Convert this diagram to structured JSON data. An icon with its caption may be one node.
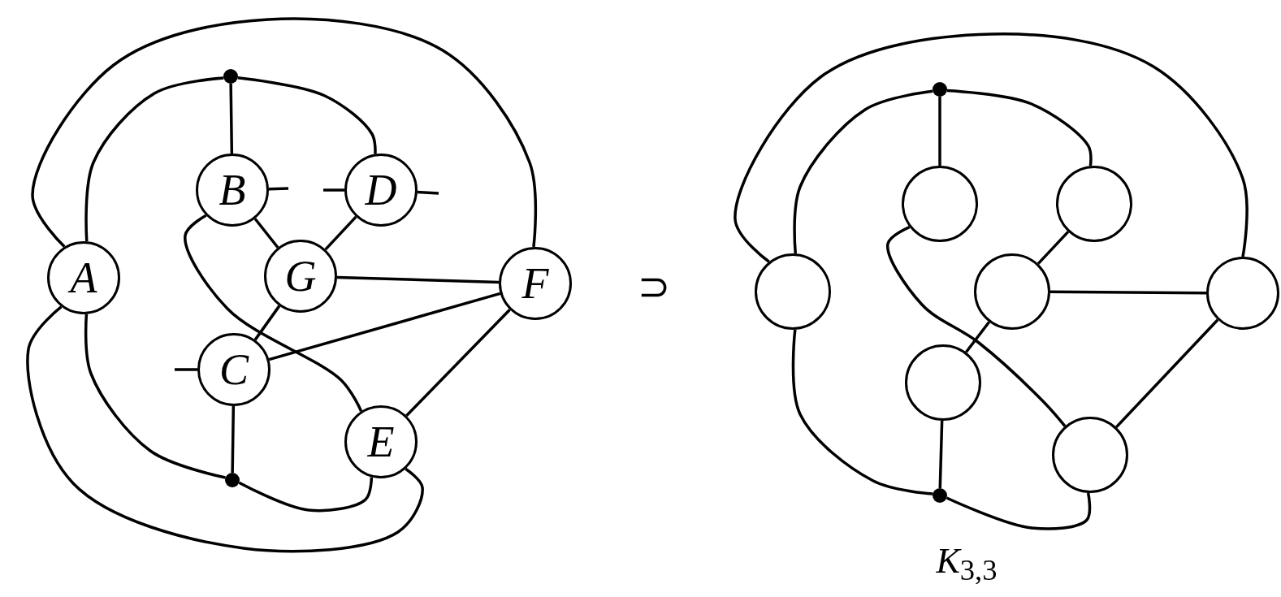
{
  "diagram": {
    "caption": "*K*$_{3,3}$",
    "nodes": [
      {
        "text": [],
        "shape": "dot"
      },
      {
        "text": [
          "B"
        ]
      },
      {
        "text": [
          "D"
        ]
      },
      {
        "text": [
          "A"
        ]
      },
      {
        "text": [
          "G"
        ]
      },
      {
        "text": [
          "F"
        ]
      },
      {
        "text": [
          "C"
        ]
      },
      {
        "text": [
          "E"
        ]
      },
      {
        "text": [],
        "shape": "dot"
      },
      {
        "text": [],
        "shape": "dot"
      },
      {
        "text": [],
        "shape": "circle"
      },
      {
        "text": [],
        "shape": "circle"
      },
      {
        "text": [],
        "shape": "circle"
      },
      {
        "text": [],
        "shape": "circle"
      },
      {
        "text": [],
        "shape": "circle"
      },
      {
        "text": [],
        "shape": "circle"
      },
      {
        "text": [],
        "shape": "circle"
      },
      {
        "text": [],
        "shape": "dot"
      }
    ],
    "edges": [
      {
        "from": 3,
        "to": 5,
        "arrow": "none"
      },
      {
        "from": 3,
        "to": 0,
        "arrow": "none"
      },
      {
        "from": 0,
        "to": 1,
        "arrow": "none"
      },
      {
        "from": 0,
        "to": 2,
        "arrow": "none"
      },
      {
        "from": 1,
        "to": 4,
        "arrow": "none"
      },
      {
        "from": 2,
        "to": 4,
        "arrow": "none"
      },
      {
        "from": 4,
        "to": 5,
        "arrow": "none"
      },
      {
        "from": 4,
        "to": 6,
        "arrow": "none"
      },
      {
        "from": 6,
        "to": 5,
        "arrow": "none"
      },
      {
        "from": 1,
        "to": 7,
        "arrow": "none"
      },
      {
        "from": 3,
        "to": 8,
        "arrow": "none"
      },
      {
        "from": 6,
        "to": 8,
        "arrow": "none"
      },
      {
        "from": 8,
        "to": 7,
        "arrow": "none"
      },
      {
        "from": 7,
        "to": 5,
        "arrow": "none"
      },
      {
        "from": 3,
        "to": 7,
        "arrow": "none"
      },
      {
        "from": 1,
        "to": null,
        "arrow": "none"
      },
      {
        "from": 2,
        "to": null,
        "arrow": "none"
      },
      {
        "from": 2,
        "to": null,
        "arrow": "none"
      },
      {
        "from": 6,
        "to": null,
        "arrow": "none"
      },
      {
        "from": 12,
        "to": 14,
        "arrow": "none"
      },
      {
        "from": 12,
        "to": 9,
        "arrow": "none"
      },
      {
        "from": 9,
        "to": 10,
        "arrow": "none"
      },
      {
        "from": 9,
        "to": 11,
        "arrow": "none"
      },
      {
        "from": 11,
        "to": 13,
        "arrow": "none"
      },
      {
        "from": 13,
        "to": 14,
        "arrow": "none"
      },
      {
        "from": 13,
        "to": 15,
        "arrow": "none"
      },
      {
        "from": 10,
        "to": 16,
        "arrow": "none"
      },
      {
        "from": 12,
        "to": 17,
        "arrow": "none"
      },
      {
        "from": 15,
        "to": 17,
        "arrow": "none"
      },
      {
        "from": 17,
        "to": 16,
        "arrow": "none"
      },
      {
        "from": 16,
        "to": 14,
        "arrow": "none"
      }
    ],
    "labels": [
      "⊃"
    ]
  }
}
